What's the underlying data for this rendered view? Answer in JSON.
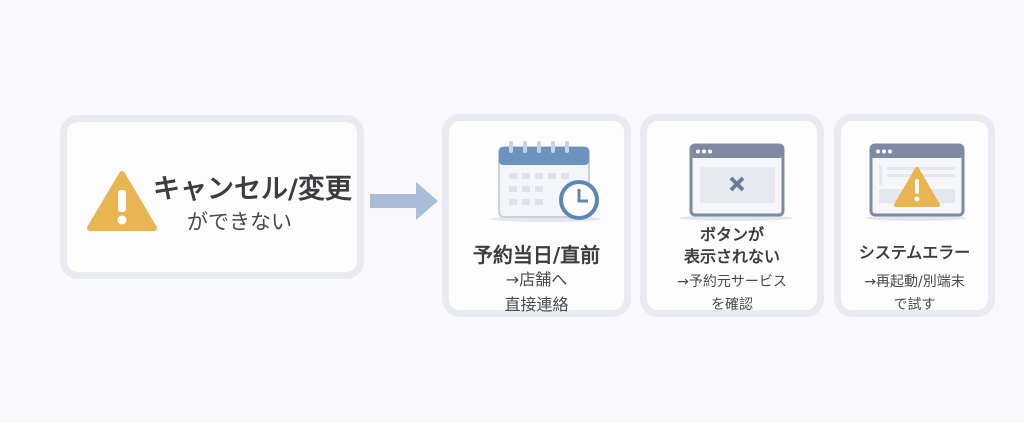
{
  "main": {
    "title": "キャンセル/変更",
    "subtitle": "ができない"
  },
  "cases": [
    {
      "title": "予約当日/直前",
      "lines": [
        "→店舗へ",
        "直接連絡"
      ],
      "icon": "calendar-clock-icon"
    },
    {
      "title_lines": [
        "ボタンが",
        "表示されない"
      ],
      "lines": [
        "→予約元サービス",
        "を確認"
      ],
      "icon": "browser-x-icon"
    },
    {
      "title": "システムエラー",
      "lines": [
        "→再起動/別端末",
        "で試す"
      ],
      "icon": "browser-warning-icon"
    }
  ],
  "colors": {
    "warning": "#e8b552",
    "blue": "#6a93c0",
    "gray": "#7e8aa3",
    "arrow": "#a9bcd8"
  }
}
